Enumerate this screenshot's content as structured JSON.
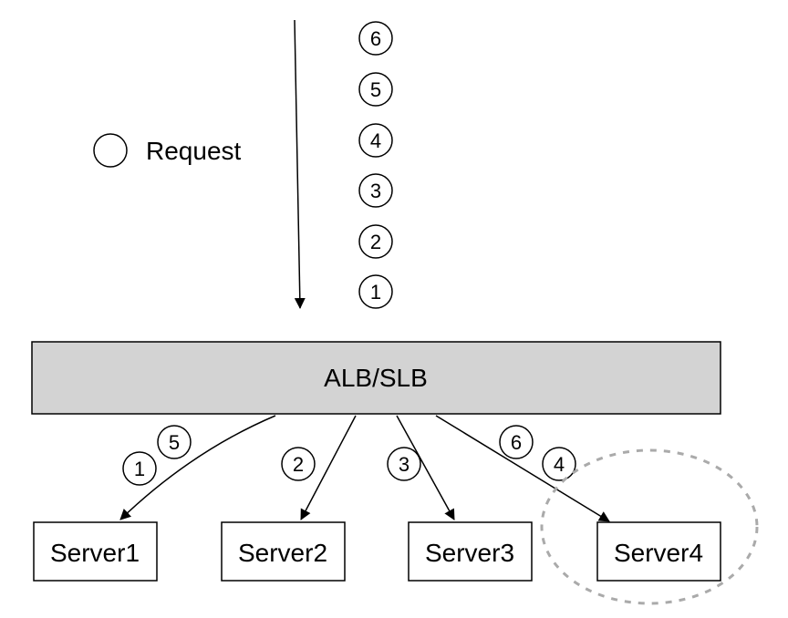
{
  "legend": {
    "label": "Request"
  },
  "queue": {
    "items": [
      "6",
      "5",
      "4",
      "3",
      "2",
      "1"
    ]
  },
  "balancer": {
    "label": "ALB/SLB",
    "fill": "#d3d3d3"
  },
  "servers": [
    {
      "label": "Server1"
    },
    {
      "label": "Server2"
    },
    {
      "label": "Server3"
    },
    {
      "label": "Server4"
    }
  ],
  "routes": [
    {
      "target": "Server1",
      "requests": [
        "1",
        "5"
      ]
    },
    {
      "target": "Server2",
      "requests": [
        "2"
      ]
    },
    {
      "target": "Server3",
      "requests": [
        "3"
      ]
    },
    {
      "target": "Server4",
      "requests": [
        "6",
        "4"
      ]
    }
  ],
  "highlight": {
    "target": "Server4",
    "style": "dashed-circle",
    "color": "#aaaaaa"
  }
}
